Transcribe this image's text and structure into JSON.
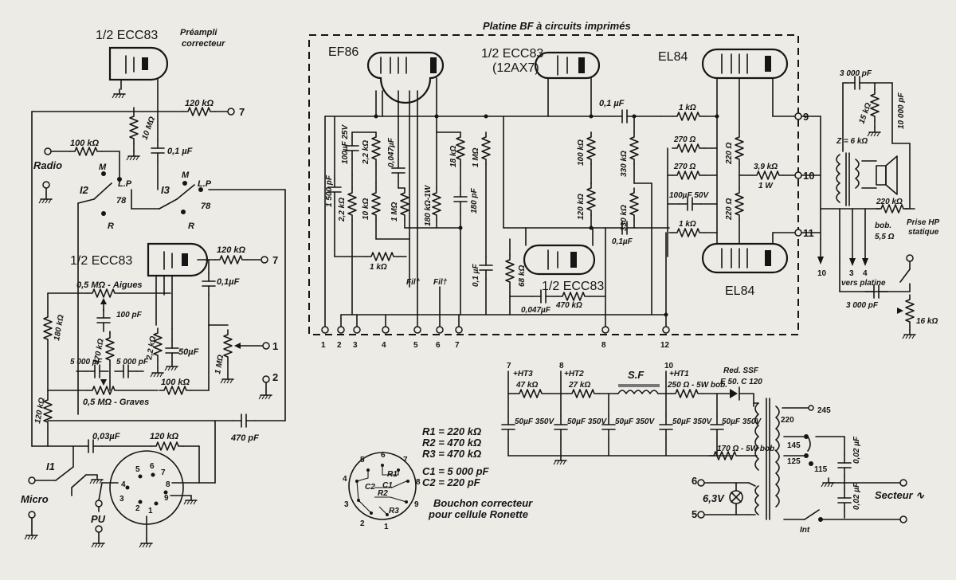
{
  "title": "Platine BF à circuits imprimés",
  "tubes": {
    "preamp_top": "1/2 ECC83",
    "preamp_top_note": "Préampli\ncorrecteur",
    "tone": "1/2 ECC83",
    "ef86": "EF86",
    "ecc83_a": "1/2 ECC83",
    "ecc83_a_alt": "(12AX7)",
    "ecc83_b": "1/2 ECC83",
    "el84_top": "EL84",
    "el84_bottom": "EL84"
  },
  "inputs": {
    "radio": "Radio",
    "micro": "Micro",
    "pu": "PU"
  },
  "switches": {
    "i1": "I1",
    "i2": "I2",
    "i3": "I3",
    "m": "M",
    "lp": "L.P",
    "r": "R",
    "n78": "78",
    "int": "Int"
  },
  "preamp_labels": {
    "r120k_top": "120 kΩ",
    "r10m": "10 MΩ",
    "c01_top": "0,1 µF",
    "r100k_radio": "100 kΩ",
    "r120k_mid": "120 kΩ",
    "c01_mid": "0,1µF",
    "aigues": "0,5 MΩ - Aigues",
    "c100p": "100 pF",
    "r180k": "180 kΩ",
    "r470k": "470 kΩ",
    "r22k": "2,2 kΩ",
    "c50u": "50µF",
    "r1m": "1 MΩ",
    "c5000a": "5 000 pF",
    "c5000b": "5 000 pF",
    "r100k_low": "100 kΩ",
    "graves": "0,5 MΩ - Graves",
    "r120k_left": "120 kΩ",
    "c003": "0,03µF",
    "r120k_bot": "120 kΩ",
    "c470p": "470 pF"
  },
  "amp_labels": {
    "c1500p": "1 500 pF",
    "c100u25": "100µF 25V",
    "r22k_a": "2,2 kΩ",
    "c0047": "0,047µF",
    "r22k_b": "2,2 kΩ",
    "r10k": "10 kΩ",
    "r1m_a": "1 MΩ",
    "r180k1w": "180 kΩ-1W",
    "r18k": "18 kΩ",
    "c180p": "180 pF",
    "r1k": "1 kΩ",
    "fil1": "Fil†",
    "fil2": "Fil†",
    "r1m_b": "1 MΩ",
    "c01_b": "0,1 µF",
    "r68k": "68 kΩ",
    "c0047_b": "0,047µF",
    "r470k_b": "470 kΩ",
    "r100k": "100 kΩ",
    "r120k": "120 kΩ",
    "c01_c": "0,1 µF",
    "c01_d": "0,1µF",
    "r330k_a": "330 kΩ",
    "r330k_b": "330 kΩ",
    "r1k_a": "1 kΩ",
    "r1k_b": "1 kΩ",
    "r270_a": "270 Ω",
    "r270_b": "270 Ω",
    "c100u50": "100µF 50V",
    "r220_a": "220 Ω",
    "r220_b": "220 Ω",
    "r39k": "3,9 kΩ",
    "w1": "1 W"
  },
  "output_labels": {
    "c3000_top": "3 000 pF",
    "r15k": "15 kΩ",
    "c10000": "10 000 pF",
    "z": "Z = 6 kΩ",
    "r220k": "220 kΩ",
    "prise": "Prise HP\nstatique",
    "bob": "bob.\n5,5 Ω",
    "vers": "vers platine",
    "c3000_bot": "3 000 pF",
    "r16k": "16 kΩ"
  },
  "terminals": [
    "1",
    "2",
    "3",
    "4",
    "5",
    "6",
    "7",
    "8",
    "12"
  ],
  "side_terminals": [
    "9",
    "10",
    "11"
  ],
  "psu": {
    "ht3": "+HT3",
    "ht2": "+HT2",
    "ht1": "+HT1",
    "n7": "7",
    "n8": "8",
    "n10": "10",
    "r47k": "47 kΩ",
    "r27k": "27 kΩ",
    "sf": "S.F",
    "r250": "250 Ω - 5W bob.",
    "red": "Red. SSF",
    "e50": "E 50. C 120",
    "caps": [
      "50µF 350V",
      "50µF 350V",
      "50µF 350V",
      "50µF 350V",
      "50µF 350V"
    ],
    "r170": "170 Ω - 5W bob.",
    "lamp": "6,3V",
    "n6": "6",
    "n5": "5",
    "taps": [
      "220",
      "245",
      "145",
      "125",
      "115"
    ],
    "c002a": "0,02 µF",
    "c002b": "0,02 µF",
    "secteur": "Secteur ∿"
  },
  "plug": {
    "legend": [
      "R1 = 220 kΩ",
      "R2 = 470 kΩ",
      "R3 = 470 kΩ",
      "C1 = 5 000 pF",
      "C2 = 220 pF"
    ],
    "caption": "Bouchon correcteur\npour cellule Ronette",
    "pins": [
      "1",
      "2",
      "3",
      "4",
      "5",
      "6",
      "7",
      "8",
      "9"
    ],
    "parts": [
      "R1",
      "R2",
      "R3",
      "C1",
      "C2"
    ]
  },
  "din_pins": [
    "1",
    "2",
    "3",
    "4",
    "5",
    "6",
    "7",
    "8",
    "9"
  ],
  "preamp_outputs": [
    "7",
    "7",
    "1",
    "2"
  ]
}
